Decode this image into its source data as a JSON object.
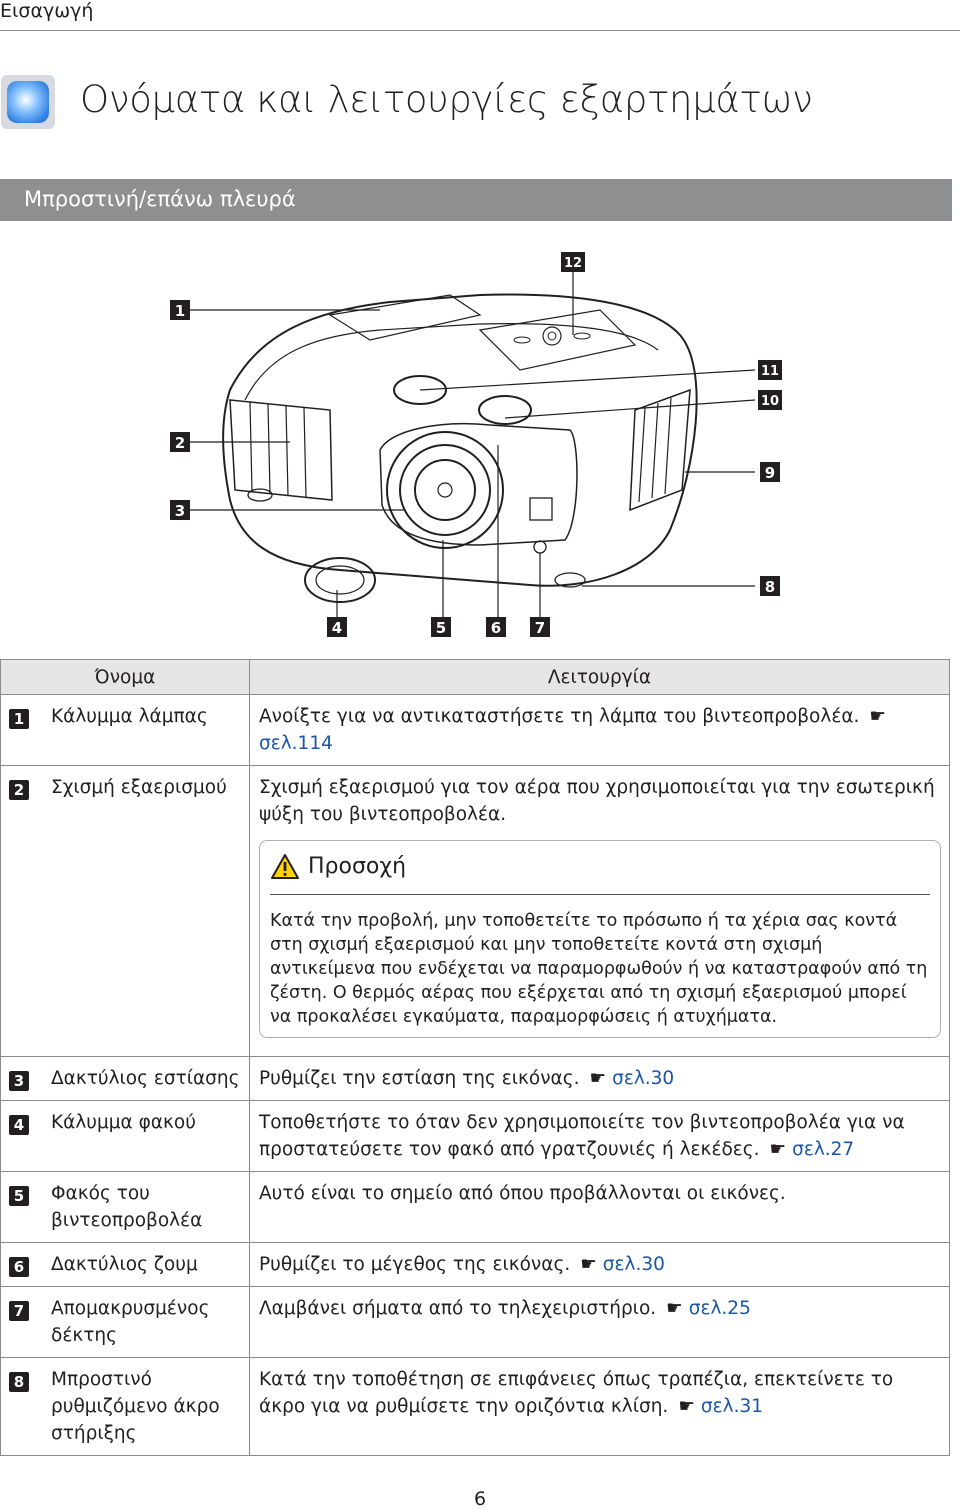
{
  "breadcrumb": "Εισαγωγή",
  "page_title": "Ονόματα και λειτουργίες εξαρτημάτων",
  "section_title": "Μπροστινή/επάνω πλευρά",
  "diagram": {
    "callouts": [
      "1",
      "2",
      "3",
      "4",
      "5",
      "6",
      "7",
      "8",
      "9",
      "10",
      "11",
      "12"
    ]
  },
  "table": {
    "header_name": "Όνομα",
    "header_function": "Λειτουργία",
    "rows": [
      {
        "num": "1",
        "name": "Κάλυμμα λάμπας",
        "function": "Ανοίξτε για να αντικαταστήσετε τη λάμπα του βιντεοπροβολέα.",
        "ref": "σελ.114"
      },
      {
        "num": "2",
        "name": "Σχισμή εξαερισμού",
        "function": "Σχισμή εξαερισμού για τον αέρα που χρησιμοποιείται για την εσωτερική ψύξη του βιντεοπροβολέα.",
        "ref": ""
      },
      {
        "num": "3",
        "name": "Δακτύλιος εστίασης",
        "function": "Ρυθμίζει την εστίαση της εικόνας.",
        "ref": "σελ.30"
      },
      {
        "num": "4",
        "name": "Κάλυμμα φακού",
        "function": "Τοποθετήστε το όταν δεν χρησιμοποιείτε τον βιντεοπροβολέα για να προστατεύσετε τον φακό από γρατζουνιές ή λεκέδες.",
        "ref": "σελ.27"
      },
      {
        "num": "5",
        "name": "Φακός του βιντεοπροβολέα",
        "function": "Αυτό είναι το σημείο από όπου προβάλλονται οι εικόνες.",
        "ref": ""
      },
      {
        "num": "6",
        "name": "Δακτύλιος ζουμ",
        "function": "Ρυθμίζει το μέγεθος της εικόνας.",
        "ref": "σελ.30"
      },
      {
        "num": "7",
        "name": "Απομακρυσμένος δέκτης",
        "function": "Λαμβάνει σήματα από το τηλεχειριστήριο.",
        "ref": "σελ.25"
      },
      {
        "num": "8",
        "name": "Μπροστινό ρυθμιζόμενο άκρο στήριξης",
        "function": "Κατά την τοποθέτηση σε επιφάνειες όπως τραπέζια, επεκτείνετε το άκρο για να ρυθμίσετε την οριζόντια κλίση.",
        "ref": "σελ.31"
      }
    ],
    "caution": {
      "title": "Προσοχή",
      "text": "Κατά την προβολή, μην τοποθετείτε το πρόσωπο ή τα χέρια σας κοντά στη σχισμή εξαερισμού και μην τοποθετείτε κοντά στη σχισμή αντικείμενα που ενδέχεται να παραμορφωθούν ή να καταστραφούν από τη ζέστη. Ο θερμός αέρας που εξέρχεται από τη σχισμή εξαερισμού μπορεί να προκαλέσει εγκαύματα, παραμορφώσεις ή ατυχήματα."
    }
  },
  "page_number": "6",
  "icons": {
    "reference": "pointing-hand-icon",
    "caution": "warning-triangle-icon",
    "title": "blue-square-icon"
  },
  "colors": {
    "section_bar": "#8e8f91",
    "link": "#1a55a7",
    "title_icon": "#5aa6ff"
  }
}
